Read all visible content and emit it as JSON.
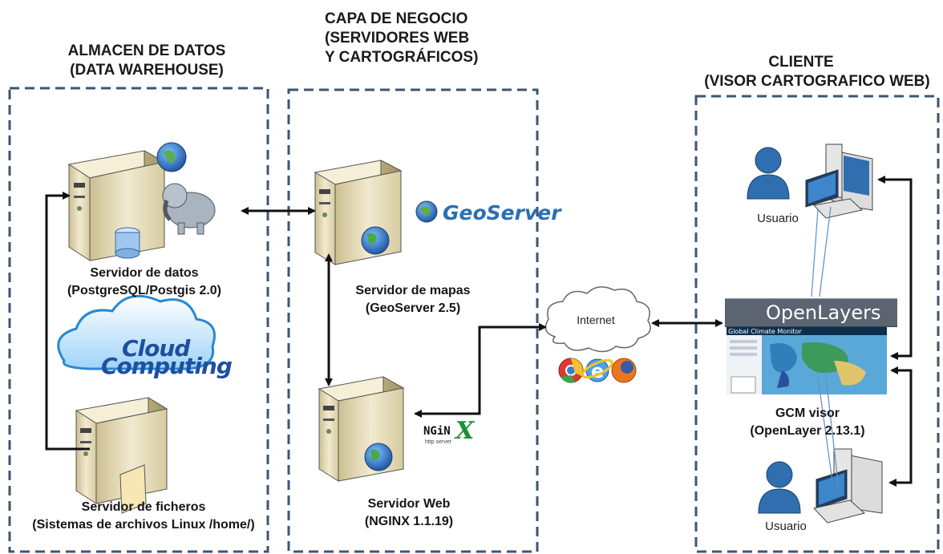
{
  "columns": {
    "data_warehouse": {
      "line1": "ALMACEN DE DATOS",
      "line2": "(DATA WAREHOUSE)"
    },
    "business": {
      "line1": "CAPA DE NEGOCIO",
      "line2": "(SERVIDORES WEB",
      "line3": "Y CARTOGRÁFICOS)"
    },
    "client": {
      "line1": "CLIENTE",
      "line2": "(VISOR CARTOGRAFICO WEB)"
    }
  },
  "nodes": {
    "data_server": {
      "name": "Servidor de datos",
      "detail": "(PostgreSQL/Postgis 2.0)"
    },
    "file_server": {
      "name": "Servidor de ficheros",
      "detail": "(Sistemas de archivos Linux /home/)"
    },
    "map_server": {
      "name": "Servidor de mapas",
      "detail": "(GeoServer  2.5)"
    },
    "web_server": {
      "name": "Servidor  Web",
      "detail": "(NGINX  1.1.19)"
    },
    "viewer": {
      "name": "GCM visor",
      "detail": "(OpenLayer 2.13.1)"
    },
    "internet": {
      "name": "Internet"
    },
    "user_top": {
      "name": "Usuario"
    },
    "user_bottom": {
      "name": "Usuario"
    }
  },
  "logos": {
    "geoserver": "GeoServer",
    "openlayers": "OpenLayers",
    "nginx_a": "NGiN",
    "nginx_b": "X",
    "nginx_sub": "http server",
    "cloud_a": "Cloud",
    "cloud_b": "Computing",
    "gcm_screen_title": "Global Climate Monitor"
  },
  "colors": {
    "dashed_border": "#3d5670",
    "arrow": "#111111",
    "server_body": "#e9dfb8",
    "openlayers_bar": "#5b6470"
  }
}
